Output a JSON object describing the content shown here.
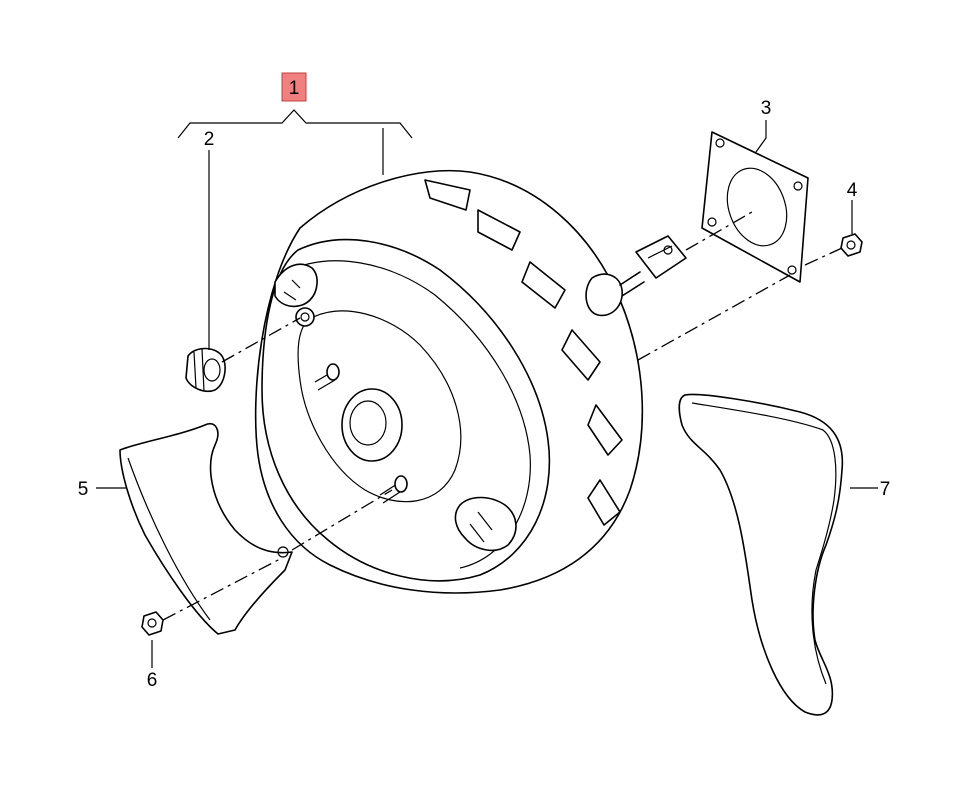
{
  "callouts": [
    {
      "id": "1",
      "label": "1",
      "highlighted": true
    },
    {
      "id": "2",
      "label": "2",
      "highlighted": false
    },
    {
      "id": "3",
      "label": "3",
      "highlighted": false
    },
    {
      "id": "4",
      "label": "4",
      "highlighted": false
    },
    {
      "id": "5",
      "label": "5",
      "highlighted": false
    },
    {
      "id": "6",
      "label": "6",
      "highlighted": false
    },
    {
      "id": "7",
      "label": "7",
      "highlighted": false
    }
  ],
  "colors": {
    "highlight": "#f08080",
    "line": "#000000",
    "background": "#ffffff"
  }
}
